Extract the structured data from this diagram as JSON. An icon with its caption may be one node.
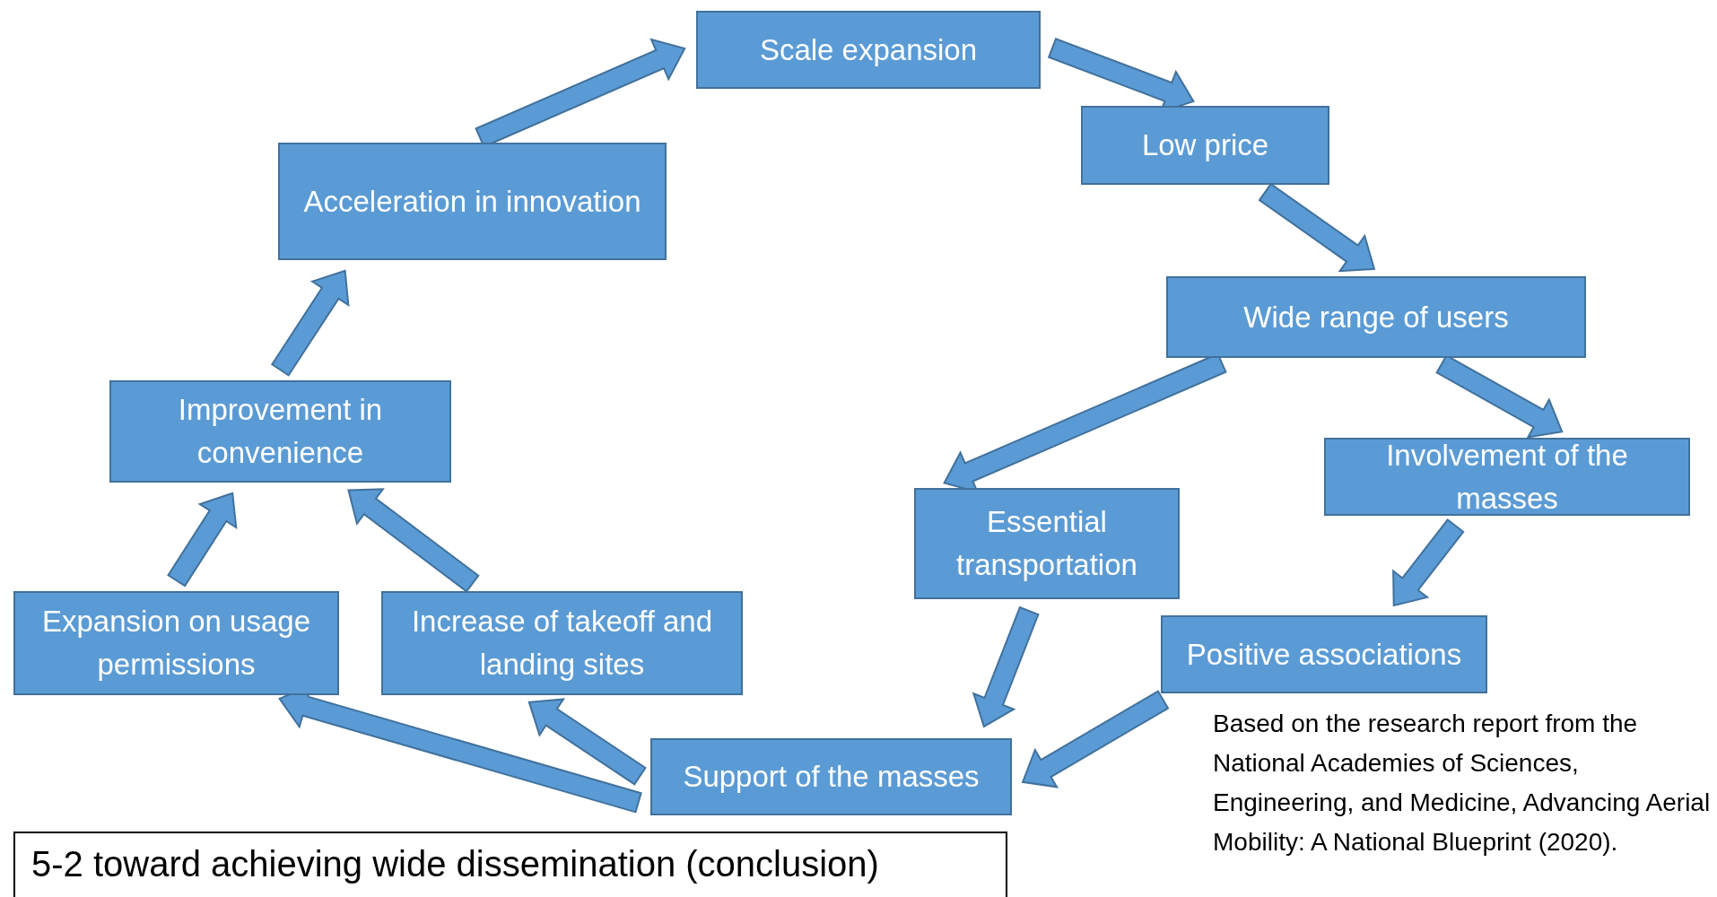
{
  "diagram": {
    "title": "5-2 toward achieving wide dissemination (conclusion)",
    "nodes": [
      {
        "text": [
          "Scale expansion"
        ]
      },
      {
        "text": [
          "Low price"
        ]
      },
      {
        "text": [
          "Wide range of users"
        ]
      },
      {
        "text": [
          "Involvement of the masses"
        ]
      },
      {
        "text": [
          "Essential transportation"
        ]
      },
      {
        "text": [
          "Positive associations"
        ]
      },
      {
        "text": [
          "Support of the masses"
        ]
      },
      {
        "text": [
          "Increase of takeoff and landing sites"
        ]
      },
      {
        "text": [
          "Expansion on usage permissions"
        ]
      },
      {
        "text": [
          "Improvement in convenience"
        ]
      },
      {
        "text": [
          "Acceleration in innovation"
        ]
      }
    ],
    "edges": [
      {
        "from": 10,
        "to": 0,
        "arrow": "to"
      },
      {
        "from": 0,
        "to": 1,
        "arrow": "to"
      },
      {
        "from": 1,
        "to": 2,
        "arrow": "to"
      },
      {
        "from": 2,
        "to": 4,
        "arrow": "to"
      },
      {
        "from": 2,
        "to": 3,
        "arrow": "to"
      },
      {
        "from": 3,
        "to": 5,
        "arrow": "to"
      },
      {
        "from": 4,
        "to": 6,
        "arrow": "to"
      },
      {
        "from": 5,
        "to": 6,
        "arrow": "to"
      },
      {
        "from": 6,
        "to": 7,
        "arrow": "to"
      },
      {
        "from": 6,
        "to": 8,
        "arrow": "to"
      },
      {
        "from": 8,
        "to": 9,
        "arrow": "to"
      },
      {
        "from": 7,
        "to": 9,
        "arrow": "to"
      },
      {
        "from": 9,
        "to": 10,
        "arrow": "to"
      }
    ],
    "labels": [
      "Based on the research report from the National Academies of Sciences, Engineering, and Medicine, Advancing Aerial Mobility: A National Blueprint (2020)."
    ]
  }
}
